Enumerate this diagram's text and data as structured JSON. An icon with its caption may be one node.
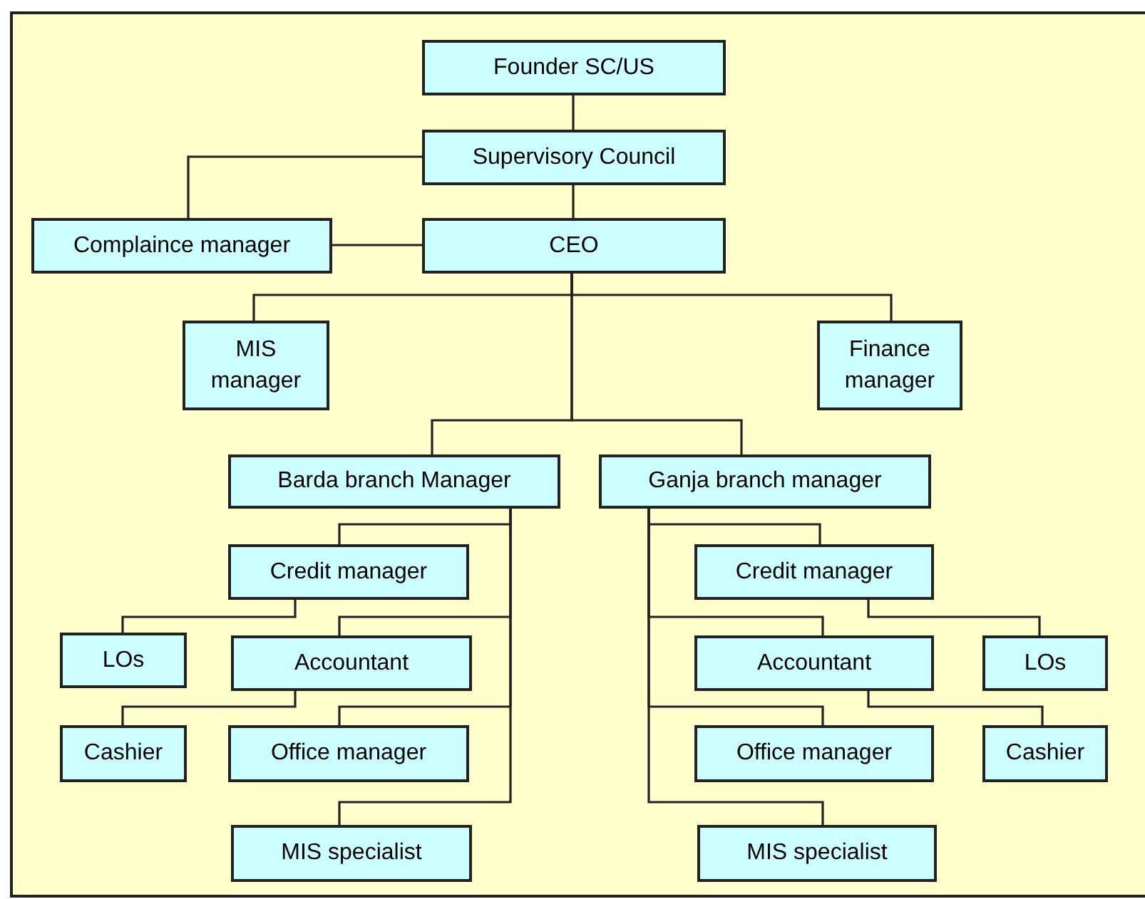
{
  "diagram": {
    "nodes": [
      {
        "text": [
          "Founder SC/US"
        ]
      },
      {
        "text": [
          "Supervisory Council"
        ]
      },
      {
        "text": [
          "Complaince manager"
        ]
      },
      {
        "text": [
          "CEO"
        ]
      },
      {
        "text": [
          "MIS manager"
        ]
      },
      {
        "text": [
          "Finance manager"
        ]
      },
      {
        "text": [
          "Barda branch Manager"
        ]
      },
      {
        "text": [
          "Ganja branch manager"
        ]
      },
      {
        "text": [
          "Credit manager"
        ]
      },
      {
        "text": [
          "Credit manager"
        ]
      },
      {
        "text": [
          "LOs"
        ]
      },
      {
        "text": [
          "Accountant"
        ]
      },
      {
        "text": [
          "Accountant"
        ]
      },
      {
        "text": [
          "LOs"
        ]
      },
      {
        "text": [
          "Cashier"
        ]
      },
      {
        "text": [
          "Office manager"
        ]
      },
      {
        "text": [
          "Office manager"
        ]
      },
      {
        "text": [
          "Cashier"
        ]
      },
      {
        "text": [
          "MIS specialist"
        ]
      },
      {
        "text": [
          "MIS specialist"
        ]
      }
    ],
    "edges": [
      {
        "from": 0,
        "to": 1,
        "arrow": "none"
      },
      {
        "from": 1,
        "to": 2,
        "arrow": "none"
      },
      {
        "from": 1,
        "to": 3,
        "arrow": "none"
      },
      {
        "from": 3,
        "to": 2,
        "arrow": "none"
      },
      {
        "from": 3,
        "to": 4,
        "arrow": "none"
      },
      {
        "from": 3,
        "to": 5,
        "arrow": "none"
      },
      {
        "from": 3,
        "to": 6,
        "arrow": "none"
      },
      {
        "from": 3,
        "to": 7,
        "arrow": "none"
      },
      {
        "from": 6,
        "to": 8,
        "arrow": "none"
      },
      {
        "from": 6,
        "to": 11,
        "arrow": "none"
      },
      {
        "from": 6,
        "to": 15,
        "arrow": "none"
      },
      {
        "from": 6,
        "to": 18,
        "arrow": "none"
      },
      {
        "from": 8,
        "to": 10,
        "arrow": "none"
      },
      {
        "from": 11,
        "to": 14,
        "arrow": "none"
      },
      {
        "from": 7,
        "to": 9,
        "arrow": "none"
      },
      {
        "from": 7,
        "to": 12,
        "arrow": "none"
      },
      {
        "from": 7,
        "to": 16,
        "arrow": "none"
      },
      {
        "from": 7,
        "to": 19,
        "arrow": "none"
      },
      {
        "from": 9,
        "to": 13,
        "arrow": "none"
      },
      {
        "from": 12,
        "to": 17,
        "arrow": "none"
      }
    ]
  }
}
